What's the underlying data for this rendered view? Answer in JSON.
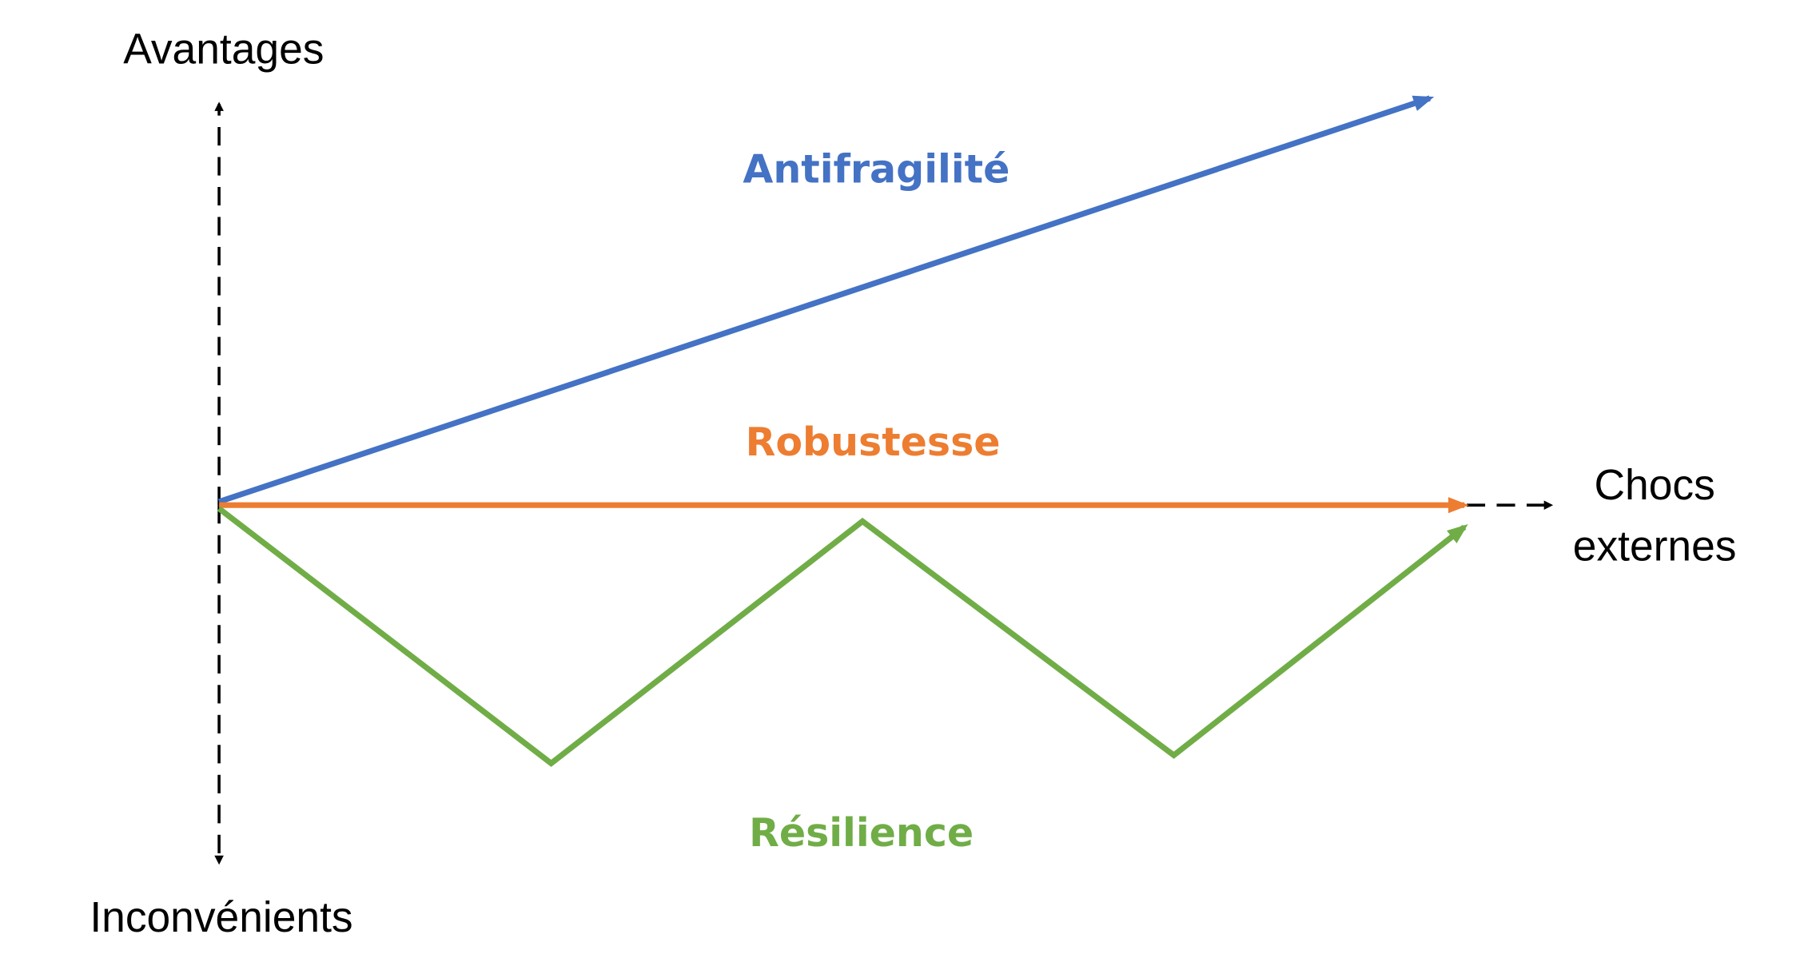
{
  "axes": {
    "y_top_label": "Avantages",
    "y_bottom_label": "Inconvénients",
    "x_label_line1": "Chocs",
    "x_label_line2": "externes"
  },
  "curves": [
    {
      "id": "antifragility",
      "label": "Antifragilité",
      "color": "#4472C4",
      "trend": "increasing"
    },
    {
      "id": "robustness",
      "label": "Robustesse",
      "color": "#ED7D31",
      "trend": "flat"
    },
    {
      "id": "resilience",
      "label": "Résilience",
      "color": "#70AD47",
      "trend": "oscillating"
    }
  ]
}
